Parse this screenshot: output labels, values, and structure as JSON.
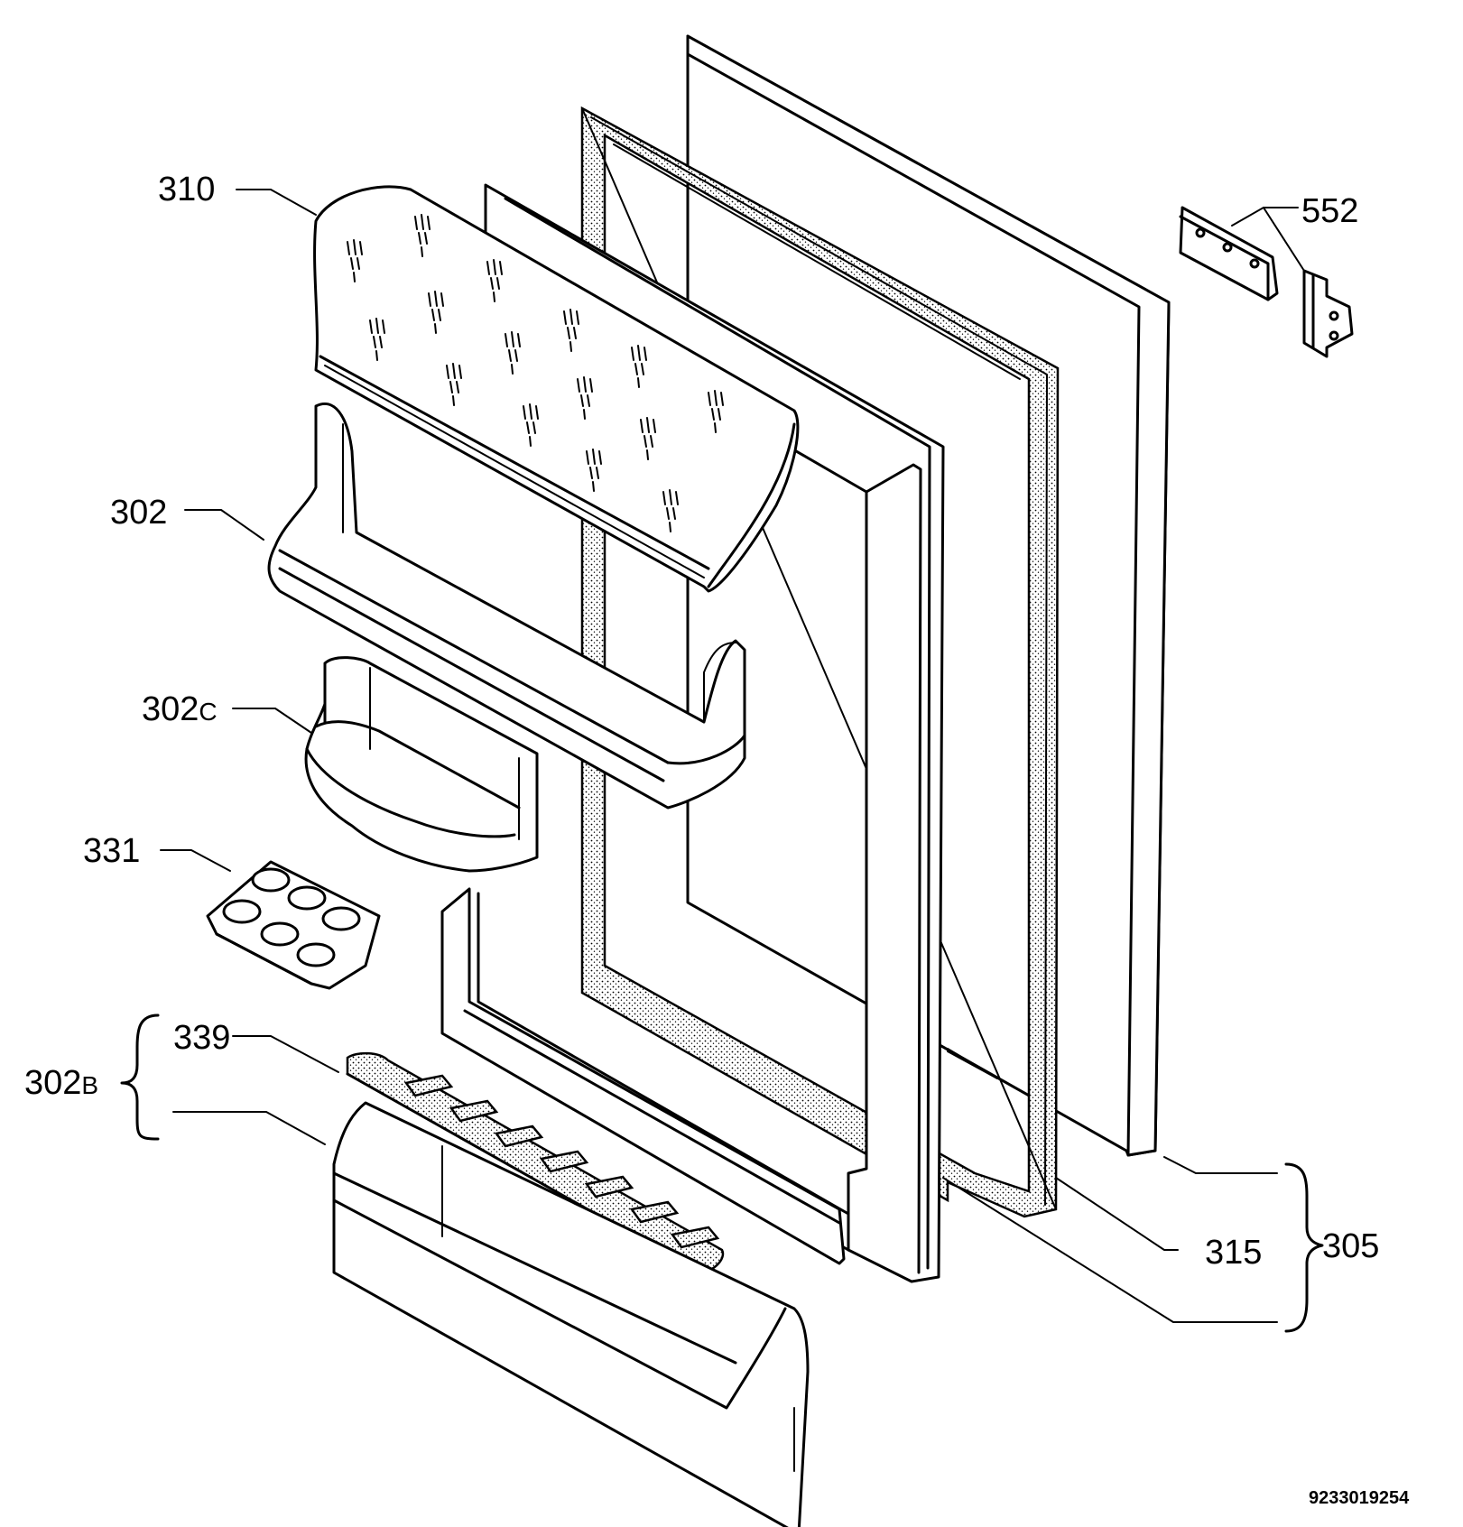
{
  "labels": {
    "l310": "310",
    "l302": "302",
    "l302c_num": "302",
    "l302c_suffix": "C",
    "l331": "331",
    "l339": "339",
    "l302b_num": "302",
    "l302b_suffix": "B",
    "l552": "552",
    "l315": "315",
    "l305": "305"
  },
  "drawing_code": "9233019254"
}
